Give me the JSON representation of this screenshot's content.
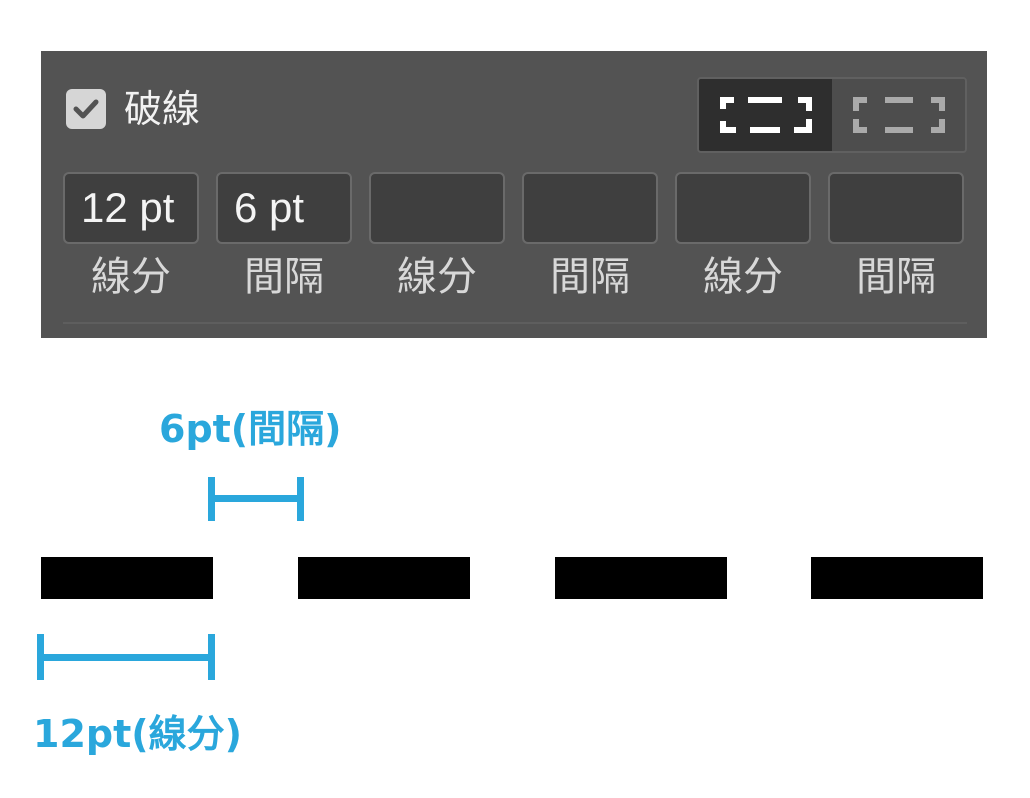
{
  "panel": {
    "checkbox": {
      "checked": true,
      "label": "破線"
    },
    "mode_buttons": [
      {
        "icon": "dash-align-corners-icon",
        "active": true
      },
      {
        "icon": "dash-exact-length-icon",
        "active": false
      }
    ],
    "fields": [
      {
        "value": "12 pt",
        "caption": "線分"
      },
      {
        "value": "6 pt",
        "caption": "間隔"
      },
      {
        "value": "",
        "caption": "線分"
      },
      {
        "value": "",
        "caption": "間隔"
      },
      {
        "value": "",
        "caption": "線分"
      },
      {
        "value": "",
        "caption": "間隔"
      }
    ]
  },
  "diagram": {
    "gap_label": "6pt(間隔)",
    "segment_label": "12pt(線分)",
    "dash_color": "#000000",
    "annotation_color": "#2aa7dc",
    "dash_count": 4
  }
}
